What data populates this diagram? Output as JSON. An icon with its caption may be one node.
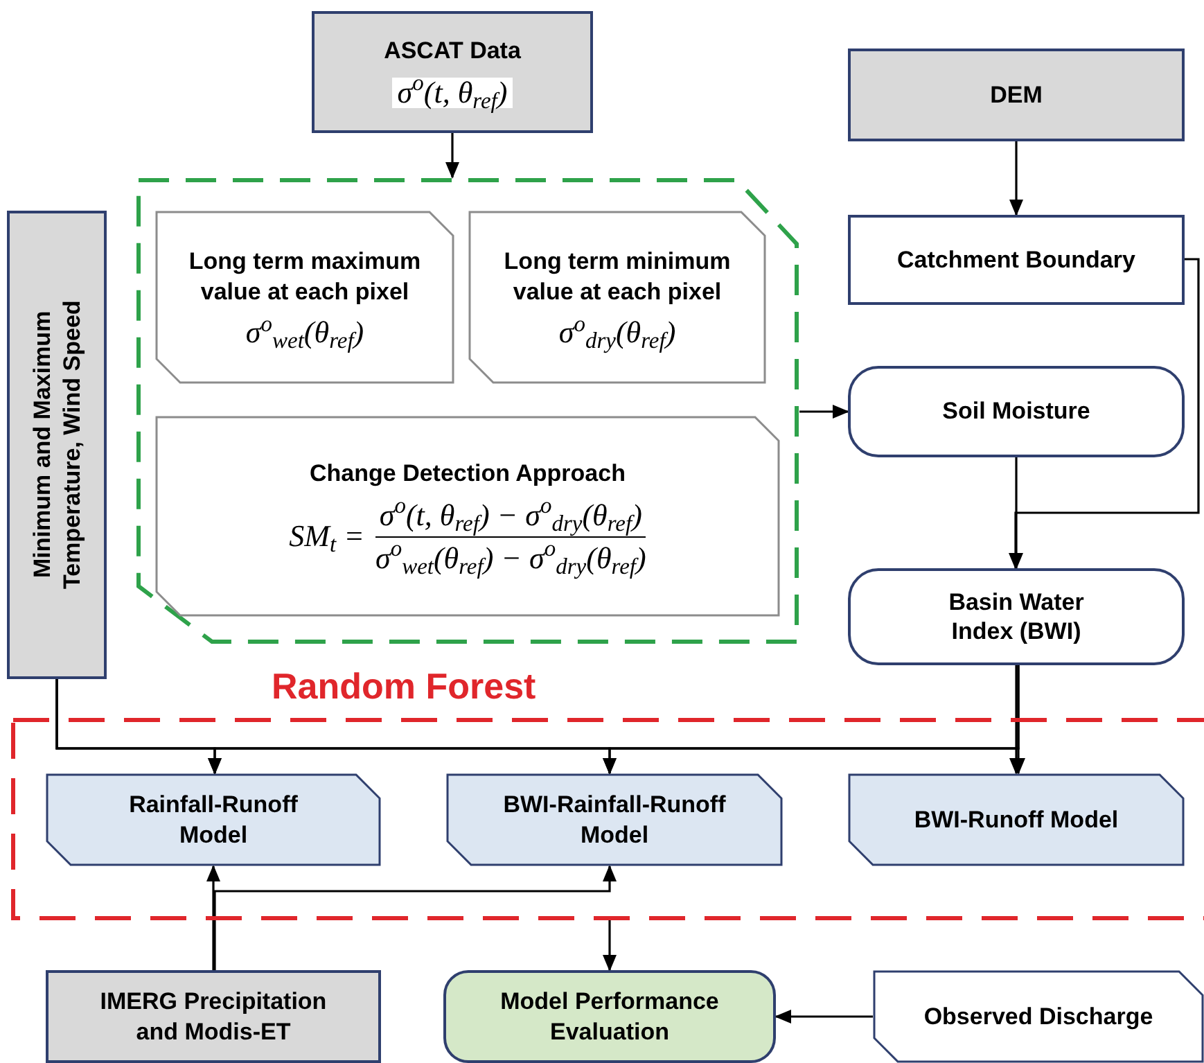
{
  "diagram": {
    "nodes": [
      {
        "text": [
          "ASCAT Data",
          "σ$^{o}$(t, θ$_{ref}$)"
        ]
      },
      {
        "text": [
          "DEM"
        ]
      },
      {
        "text": [],
        "shape": "box"
      },
      {
        "text": [
          "Long term maximum value at each pixel",
          "σ$^{o}$$_{wet}$(θ$_{ref}$)"
        ],
        "in": 2
      },
      {
        "text": [
          "Long term minimum value at each pixel",
          "σ$^{o}$$_{dry}$(θ$_{ref}$)"
        ],
        "in": 2
      },
      {
        "text": [
          "Change Detection Approach",
          "SM$_{t}$ =",
          "σ$^{o}$(t, θ$_{ref}$) − σ$^{o}$$_{dry}$(θ$_{ref}$)",
          "σ$^{o}$$_{wet}$(θ$_{ref}$) − σ$^{o}$$_{dry}$(θ$_{ref}$)"
        ],
        "in": 2
      },
      {
        "text": [
          "Minimum and Maximum Temperature, Wind Speed"
        ]
      },
      {
        "text": [
          "Catchment Boundary"
        ]
      },
      {
        "text": [
          "Soil Moisture"
        ]
      },
      {
        "text": [
          "Basin Water Index (BWI)"
        ]
      },
      {
        "text": [
          "Random Forest"
        ]
      },
      {
        "text": [
          "Rainfall-Runoff Model"
        ],
        "in": 10
      },
      {
        "text": [
          "BWI-Rainfall-Runoff Model"
        ],
        "in": 10
      },
      {
        "text": [
          "BWI-Runoff Model"
        ],
        "in": 10
      },
      {
        "text": [
          "IMERG Precipitation and Modis-ET"
        ]
      },
      {
        "text": [
          "Model Performance Evaluation"
        ]
      },
      {
        "text": [
          "Observed Discharge"
        ]
      }
    ],
    "edges": [
      {
        "from": 0,
        "to": 2,
        "arrow": "to"
      },
      {
        "from": 1,
        "to": 7,
        "arrow": "to"
      },
      {
        "from": 2,
        "to": 8,
        "arrow": "to"
      },
      {
        "from": 7,
        "to": 9,
        "arrow": "to"
      },
      {
        "from": 8,
        "to": 9,
        "arrow": "to"
      },
      {
        "from": 6,
        "to": 11,
        "arrow": "to"
      },
      {
        "from": 6,
        "to": 12,
        "arrow": "to"
      },
      {
        "from": 6,
        "to": 13,
        "arrow": "to"
      },
      {
        "from": 9,
        "to": 11,
        "arrow": "to"
      },
      {
        "from": 9,
        "to": 12,
        "arrow": "to"
      },
      {
        "from": 9,
        "to": 13,
        "arrow": "to"
      },
      {
        "from": 14,
        "to": 11,
        "arrow": "to"
      },
      {
        "from": 14,
        "to": 12,
        "arrow": "to"
      },
      {
        "from": 10,
        "to": 15,
        "arrow": "to"
      },
      {
        "from": 16,
        "to": 15,
        "arrow": "to"
      }
    ]
  }
}
